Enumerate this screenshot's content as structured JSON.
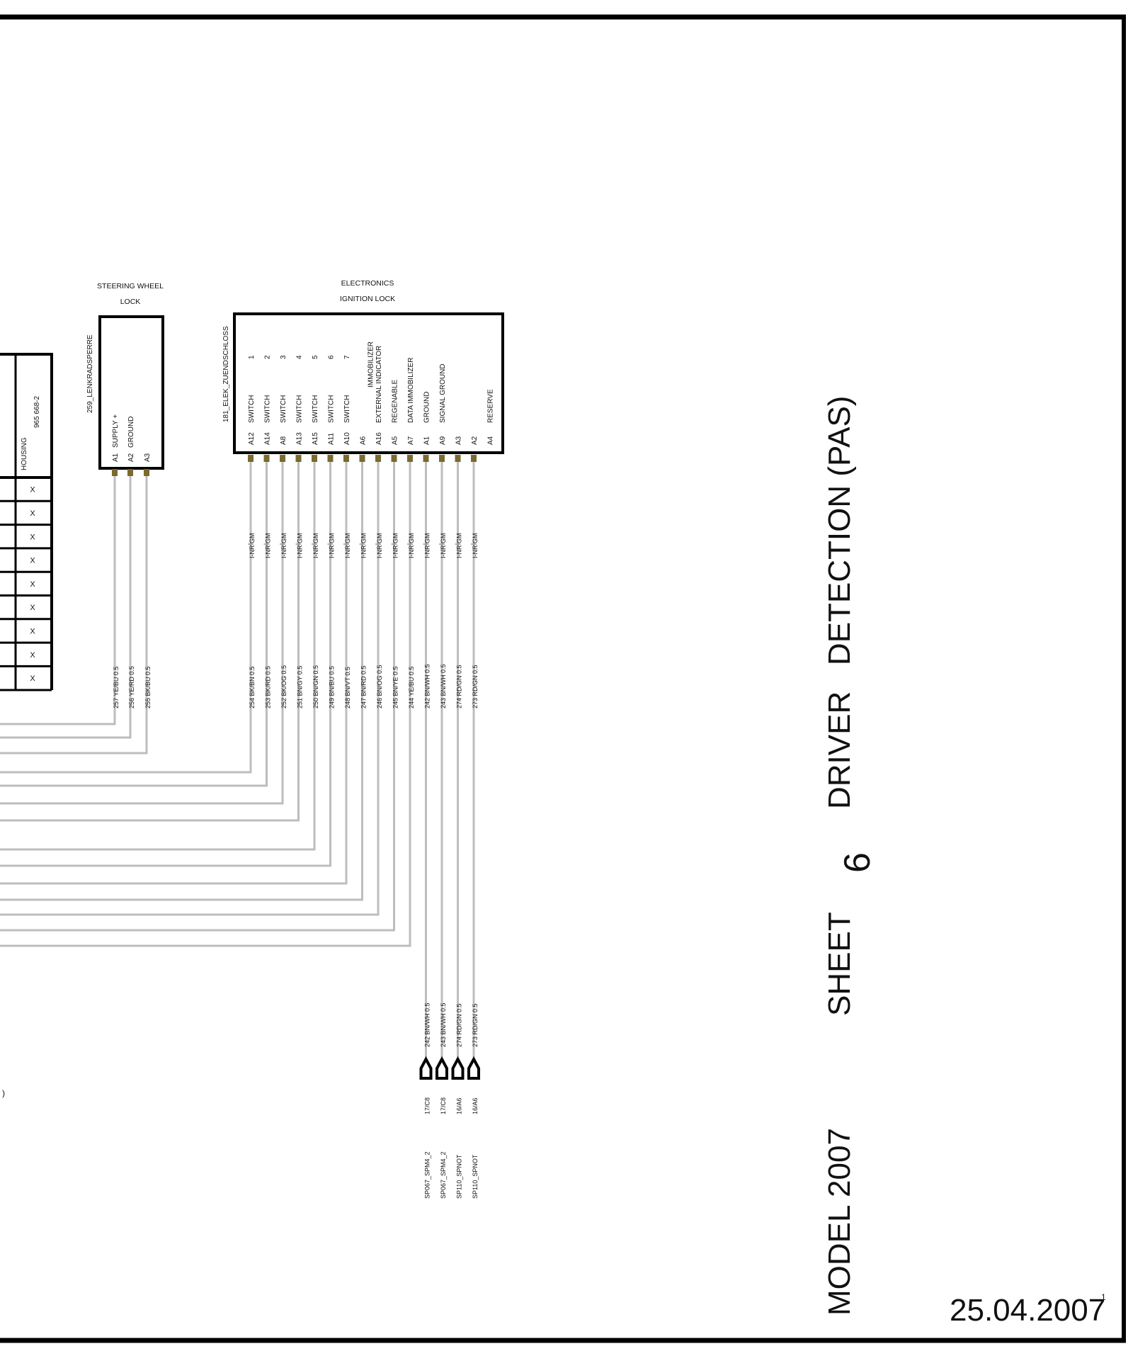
{
  "title_block": {
    "model": "MODEL 2007",
    "sheet_word": "SHEET",
    "sheet_no": "6",
    "title": "DRIVER   DETECTION (PAS)",
    "date": "25.04.2007",
    "page_mark": "1"
  },
  "housing": {
    "label": "HOUSING",
    "part": "965 668-2",
    "marks": [
      "X",
      "X",
      "X",
      "X",
      "X",
      "X",
      "X",
      "X",
      "X"
    ]
  },
  "steering_lock": {
    "caption_line1": "STEERING WHEEL",
    "caption_line2": "LOCK",
    "ref": "259_LENKRADSPERRE",
    "pins": [
      {
        "pin": "A1",
        "signal": "SUPPLY +"
      },
      {
        "pin": "A2",
        "signal": "GROUND"
      },
      {
        "pin": "A3",
        "signal": ""
      }
    ],
    "wires": [
      "257 YE/BU 0.5",
      "256 YE/RD 0.5",
      "255 BK/BU 0.5"
    ]
  },
  "ignition_lock": {
    "caption_line1": "ELECTRONICS",
    "caption_line2": "IGNITION LOCK",
    "ref": "181_ELEK_ZUENDSCHLOSS",
    "pins": [
      {
        "pin": "A12",
        "signal": "SWITCH",
        "n": "1"
      },
      {
        "pin": "A14",
        "signal": "SWITCH",
        "n": "2"
      },
      {
        "pin": "A8",
        "signal": "SWITCH",
        "n": "3"
      },
      {
        "pin": "A13",
        "signal": "SWITCH",
        "n": "4"
      },
      {
        "pin": "A15",
        "signal": "SWITCH",
        "n": "5"
      },
      {
        "pin": "A11",
        "signal": "SWITCH",
        "n": "6"
      },
      {
        "pin": "A10",
        "signal": "SWITCH",
        "n": "7"
      },
      {
        "pin": "A6",
        "signal": "IMMOBILIZER",
        "n": ""
      },
      {
        "pin": "A16",
        "signal": "EXTERNAL  INDICATOR",
        "n": ""
      },
      {
        "pin": "A5",
        "signal": "REGENABLE",
        "n": ""
      },
      {
        "pin": "A7",
        "signal": "DATA  IMMOBILIZER",
        "n": ""
      },
      {
        "pin": "A1",
        "signal": "GROUND",
        "n": ""
      },
      {
        "pin": "A9",
        "signal": "SIGNAL  GROUND",
        "n": ""
      },
      {
        "pin": "A3",
        "signal": "",
        "n": ""
      },
      {
        "pin": "A2",
        "signal": "",
        "n": ""
      },
      {
        "pin": "A4",
        "signal": "RESERVE",
        "n": ""
      }
    ],
    "wires": [
      "254 BK/BN 0.5",
      "253 BK/RD 0.5",
      "252 BK/OG 0.5",
      "251 BN/GY 0.5",
      "250 BN/GN 0.5",
      "249 BN/BU 0.5",
      "248 BN/VT 0.5",
      "247 BN/RD 0.5",
      "246 BN/OG 0.5",
      "245 BN/YE 0.5",
      "244 YE/BU 0.5",
      "242 BN/WH 0.5",
      "243 BN/WH 0.5",
      "274 RD/GN 0.5",
      "273 RD/GN 0.5"
    ],
    "gm_label": "I-NR GM"
  },
  "splices": [
    {
      "wire": "242 BN/WH 0.5",
      "ref": "17/C8",
      "name": "SP067_SPM4_2"
    },
    {
      "wire": "243 BN/WH 0.5",
      "ref": "17/C8",
      "name": "SP067_SPM4_2"
    },
    {
      "wire": "274 RD/GN 0.5",
      "ref": "16/A6",
      "name": "SP110_SPNOT"
    },
    {
      "wire": "273 RD/GN 0.5",
      "ref": "16/A6",
      "name": "SP110_SPNOT"
    }
  ],
  "stray_mark": ")"
}
